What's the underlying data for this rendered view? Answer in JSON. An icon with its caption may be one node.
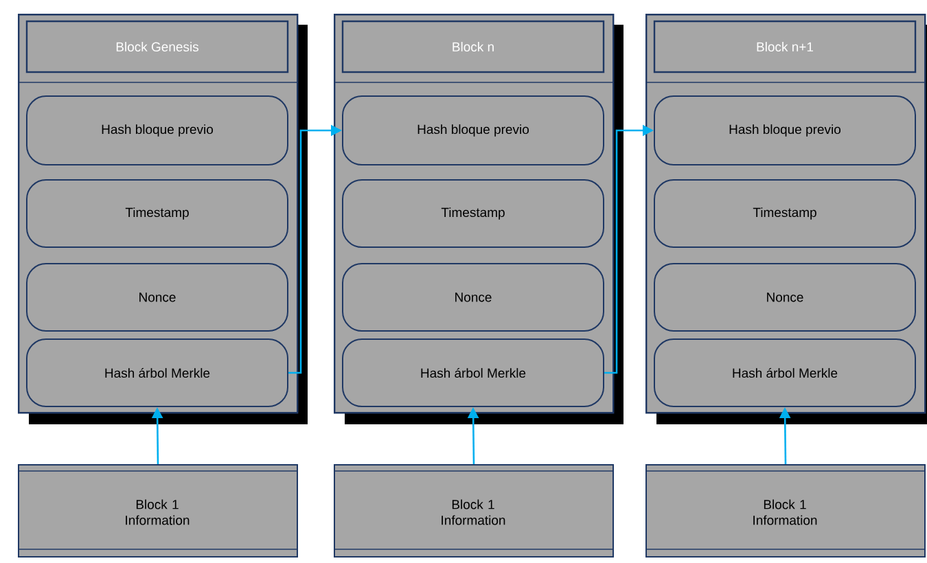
{
  "diagram": {
    "nodes": [
      {
        "text": [
          "Block Genesis"
        ]
      },
      {
        "text": [
          "Hash bloque previo"
        ],
        "in": 0
      },
      {
        "text": [
          "Timestamp"
        ],
        "in": 0
      },
      {
        "text": [
          "Nonce"
        ],
        "in": 0
      },
      {
        "text": [
          "Hash árbol Merkle"
        ],
        "in": 0
      },
      {
        "text": [
          "Block n"
        ]
      },
      {
        "text": [
          "Hash bloque previo"
        ],
        "in": 5
      },
      {
        "text": [
          "Timestamp"
        ],
        "in": 5
      },
      {
        "text": [
          "Nonce"
        ],
        "in": 5
      },
      {
        "text": [
          "Hash árbol Merkle"
        ],
        "in": 5
      },
      {
        "text": [
          "Block n+1"
        ]
      },
      {
        "text": [
          "Hash bloque previo"
        ],
        "in": 10
      },
      {
        "text": [
          "Timestamp"
        ],
        "in": 10
      },
      {
        "text": [
          "Nonce"
        ],
        "in": 10
      },
      {
        "text": [
          "Hash árbol Merkle"
        ],
        "in": 10
      },
      {
        "text": [
          "Block 1 Information"
        ]
      },
      {
        "text": [
          "Block 1 Information"
        ]
      },
      {
        "text": [
          "Block 1 Information"
        ]
      }
    ],
    "edges": [
      {
        "from": 4,
        "to": 6,
        "arrow": "to"
      },
      {
        "from": 9,
        "to": 11,
        "arrow": "to"
      },
      {
        "from": 15,
        "to": 4,
        "arrow": "to"
      },
      {
        "from": 16,
        "to": 9,
        "arrow": "to"
      },
      {
        "from": 17,
        "to": 14,
        "arrow": "to"
      }
    ]
  }
}
